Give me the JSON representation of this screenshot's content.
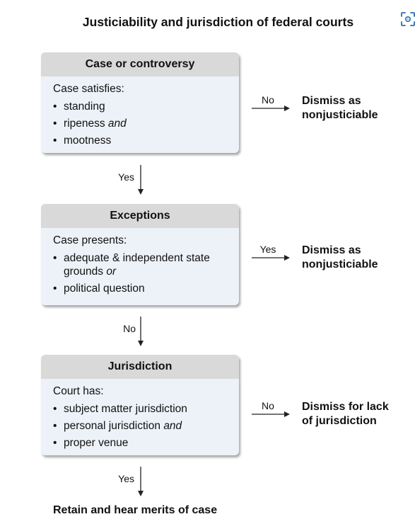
{
  "title": "Justiciability and jurisdiction of federal courts",
  "boxes": [
    {
      "header": "Case or controversy",
      "intro": "Case satisfies:",
      "items": [
        {
          "text": "standing",
          "conj": ""
        },
        {
          "text": "ripeness",
          "conj": "and"
        },
        {
          "text": "mootness",
          "conj": ""
        }
      ],
      "side_label": "No",
      "outcome": "Dismiss as\nnonjusticiable",
      "down_label": "Yes"
    },
    {
      "header": "Exceptions",
      "intro": "Case presents:",
      "items": [
        {
          "text": "adequate & independent state grounds",
          "conj": "or"
        },
        {
          "text": "political question",
          "conj": ""
        }
      ],
      "side_label": "Yes",
      "outcome": "Dismiss as\nnonjusticiable",
      "down_label": "No"
    },
    {
      "header": "Jurisdiction",
      "intro": "Court has:",
      "items": [
        {
          "text": "subject matter jurisdiction",
          "conj": ""
        },
        {
          "text": "personal jurisdiction",
          "conj": "and"
        },
        {
          "text": "proper venue",
          "conj": ""
        }
      ],
      "side_label": "No",
      "outcome": "Dismiss for lack\nof jurisdiction",
      "down_label": "Yes"
    }
  ],
  "final": "Retain and hear merits of case",
  "icons": {
    "scan": "scan-icon",
    "bullet": "•"
  },
  "colors": {
    "header_bg": "#d9d9d9",
    "box_bg": "#edf2f8",
    "icon_accent": "#2b6cb0"
  }
}
